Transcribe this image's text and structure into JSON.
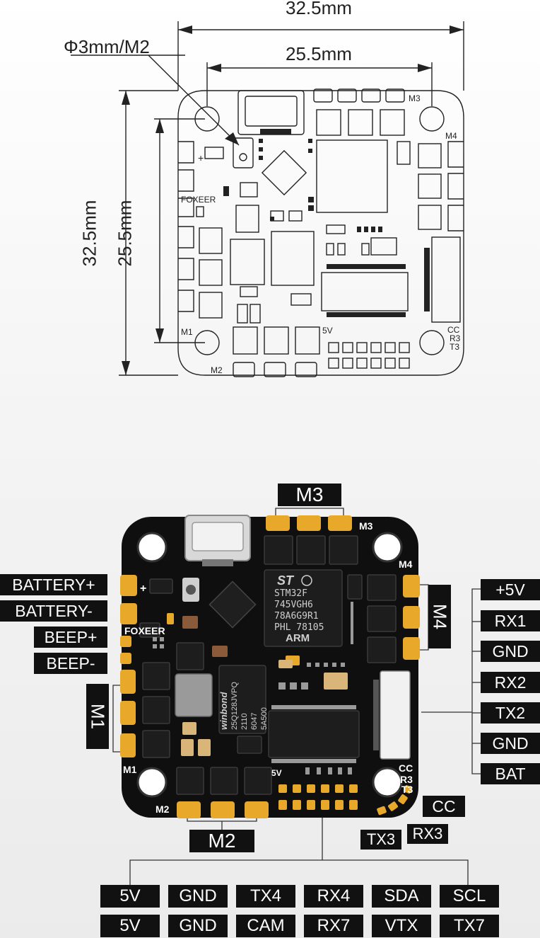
{
  "dimensions": {
    "top_width": "32.5mm",
    "hole_spacing_h": "25.5mm",
    "mount_hole": "Φ3mm/M2",
    "left_height": "32.5mm",
    "hole_spacing_v": "25.5mm"
  },
  "outline_board": {
    "brand": "FOXEER",
    "motor_labels": [
      "M1",
      "M2",
      "M3",
      "M4"
    ],
    "pad_labels": [
      "5V",
      "CC",
      "R3",
      "T3"
    ],
    "plus_sign": "+"
  },
  "photo_board": {
    "brand": "FOXEER",
    "mcu_text": [
      "STM32F",
      "745VGH6",
      "78A6G9R1",
      "PHL 78105",
      "ARM"
    ],
    "flash_text": [
      "winbond",
      "25Q128JVPQ",
      "2110",
      "6047",
      "5A500"
    ],
    "board_labels": [
      "M1",
      "M2",
      "M3",
      "M4",
      "5V",
      "CC",
      "R3",
      "T3",
      "+"
    ]
  },
  "callouts": {
    "m3": "M3",
    "m4": "M4",
    "m1": "M1",
    "m2": "M2",
    "left": [
      "BATTERY+",
      "BATTERY-",
      "BEEP+",
      "BEEP-"
    ],
    "right": [
      "+5V",
      "RX1",
      "GND",
      "RX2",
      "TX2",
      "GND",
      "BAT"
    ],
    "cc": "CC",
    "tx3": "TX3",
    "rx3": "RX3",
    "bottom_row1": [
      "5V",
      "GND",
      "TX4",
      "RX4",
      "SDA",
      "SCL"
    ],
    "bottom_row2": [
      "5V",
      "GND",
      "CAM",
      "RX7",
      "VTX",
      "TX7"
    ]
  }
}
